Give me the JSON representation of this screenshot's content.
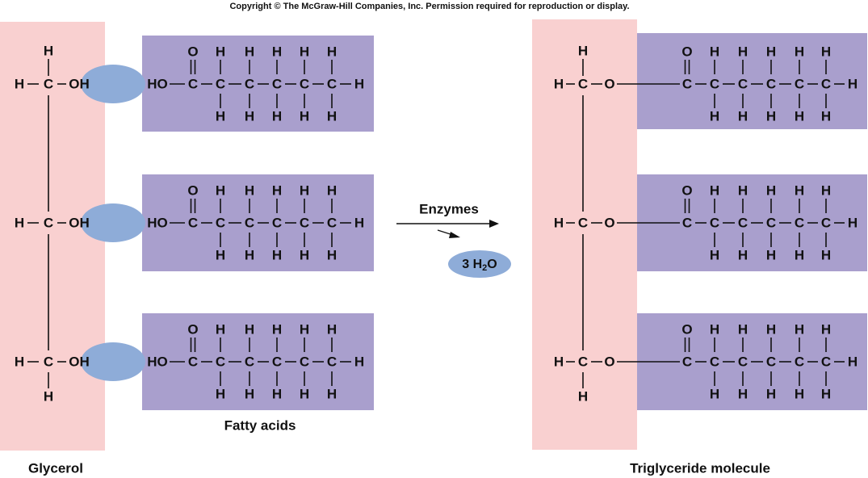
{
  "copyright": "Copyright © The McGraw-Hill Companies, Inc. Permission required for reproduction or display.",
  "labels": {
    "glycerol": "Glycerol",
    "fatty_acids": "Fatty acids",
    "triglyceride": "Triglyceride molecule",
    "enzymes": "Enzymes",
    "water_coef": "3 H",
    "water_sub": "2",
    "water_o": "O"
  },
  "atoms": {
    "H": "H",
    "C": "C",
    "O": "O",
    "OH": "OH",
    "HO": "HO",
    "dash": "–"
  },
  "colors": {
    "glycerol_bg": "#f9d0d0",
    "fatty_acid_bg": "#a99fcd",
    "water_oval": "#8eacd8",
    "text": "#111111"
  }
}
